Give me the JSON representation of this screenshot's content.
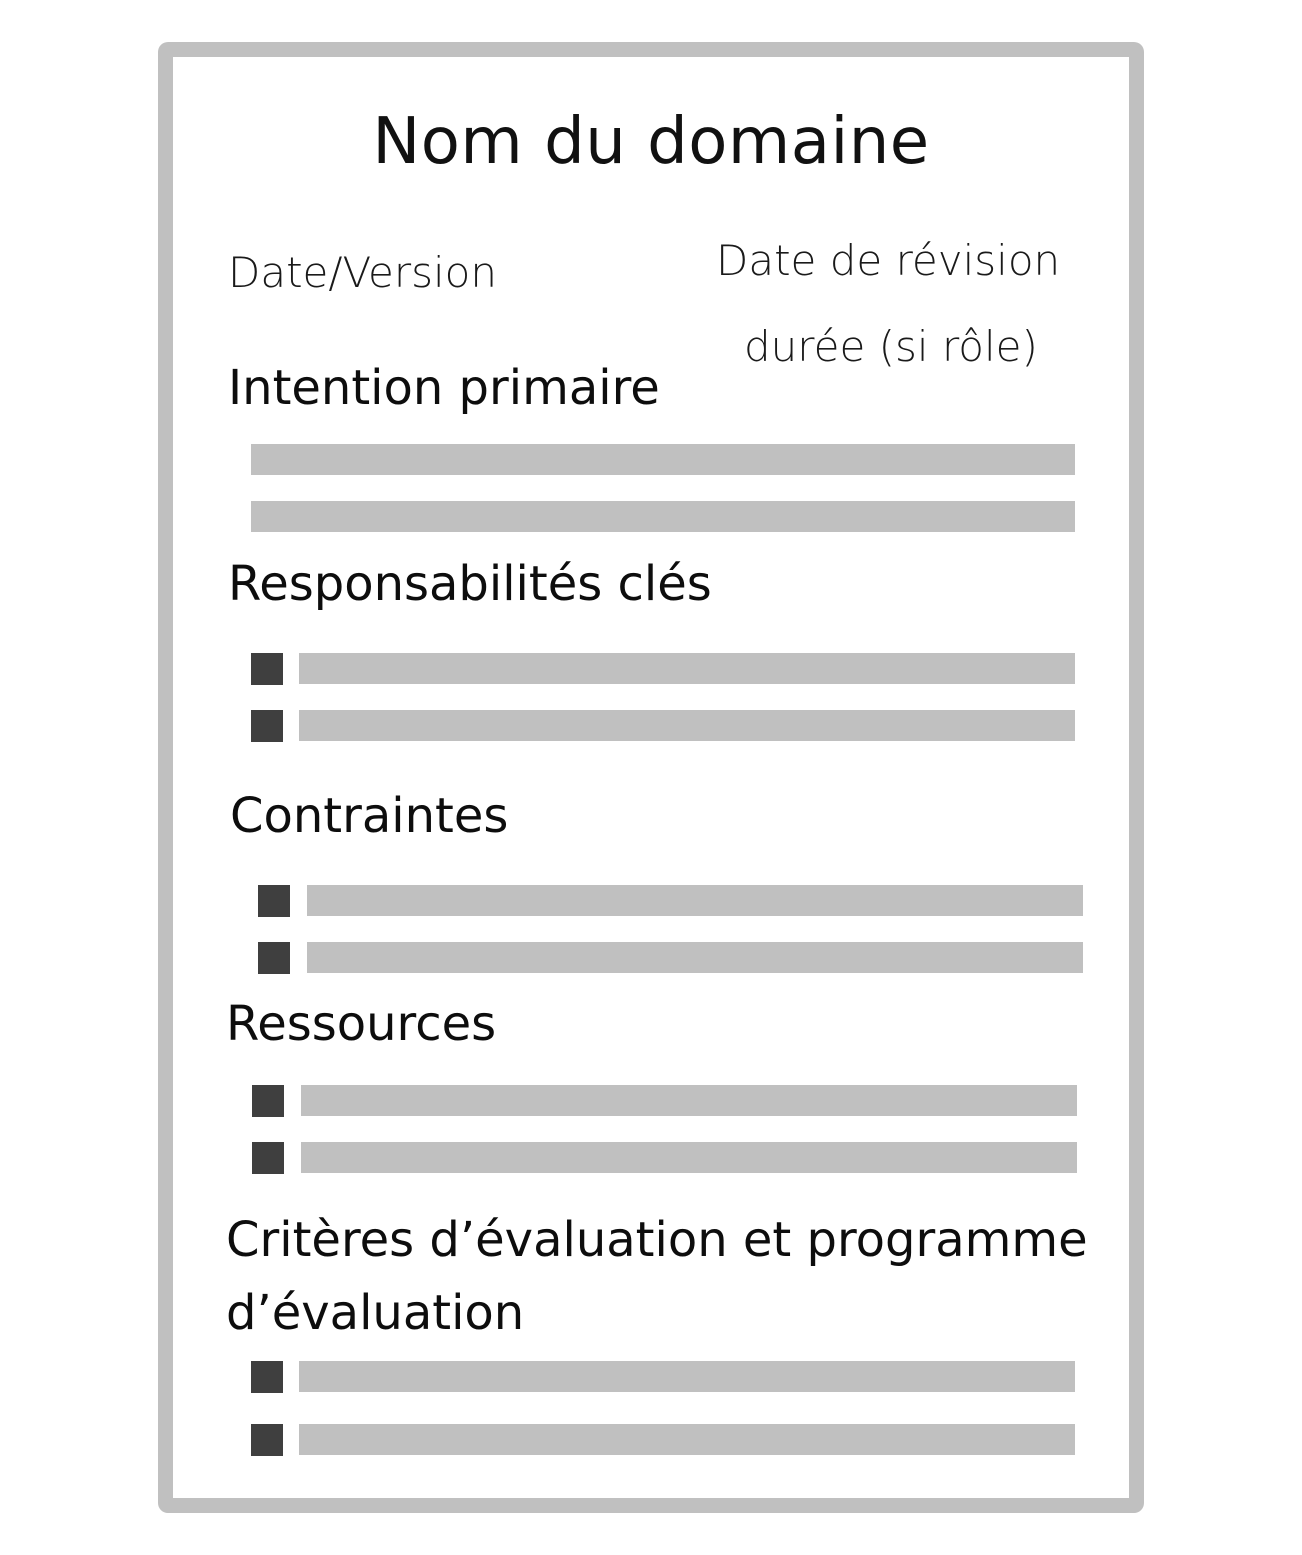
{
  "title": "Nom du domaine",
  "meta": {
    "date_version": "Date/Version",
    "revision_date": "Date de révision",
    "duration": "durée (si rôle)"
  },
  "sections": {
    "intention": {
      "heading": "Intention primaire",
      "lines": 2
    },
    "responsabilites": {
      "heading": "Responsabilités clés",
      "items": 2
    },
    "contraintes": {
      "heading": "Contraintes",
      "items": 2
    },
    "ressources": {
      "heading": "Ressources",
      "items": 2
    },
    "criteres": {
      "heading_line1": "Critères d’évaluation et programme",
      "heading_line2": "d’évaluation",
      "items": 2
    }
  },
  "colors": {
    "frame": "#c0c0c0",
    "placeholder_line": "#c0c0c0",
    "bullet": "#3f3f3f",
    "text": "#111111"
  }
}
